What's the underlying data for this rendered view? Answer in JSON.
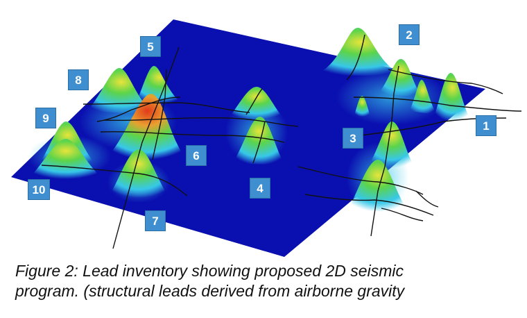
{
  "figure": {
    "caption_line1": "Figure 2: Lead inventory showing proposed 2D seismic",
    "caption_line2": "program. (structural leads derived from airborne gravity",
    "colors": {
      "base_plane": "#0a10b0",
      "peak_low": "#37c8e8",
      "peak_mid": "#5cd44a",
      "peak_high": "#e23a1a",
      "seismic_line": "#111111",
      "badge": "#3f8fd0"
    },
    "leads": [
      {
        "id": "lead-1",
        "label": "1"
      },
      {
        "id": "lead-2",
        "label": "2"
      },
      {
        "id": "lead-3",
        "label": "3"
      },
      {
        "id": "lead-4",
        "label": "4"
      },
      {
        "id": "lead-5",
        "label": "5"
      },
      {
        "id": "lead-6",
        "label": "6"
      },
      {
        "id": "lead-7",
        "label": "7"
      },
      {
        "id": "lead-8",
        "label": "8"
      },
      {
        "id": "lead-9",
        "label": "9"
      },
      {
        "id": "lead-10",
        "label": "10"
      }
    ]
  }
}
